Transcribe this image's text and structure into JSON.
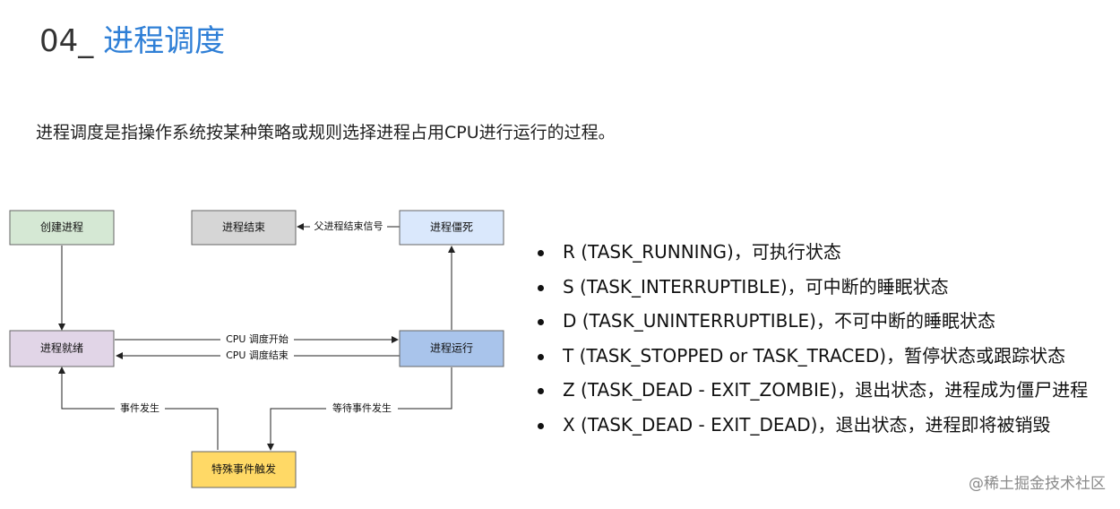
{
  "title": {
    "number": "04_",
    "text": "进程调度"
  },
  "description": "进程调度是指操作系统按某种策略或规则选择进程占用CPU进行运行的过程。",
  "diagram": {
    "nodes": {
      "create": {
        "label": "创建进程",
        "color": "#d5e8d4"
      },
      "end": {
        "label": "进程结束",
        "color": "#d6d6d6"
      },
      "zombie": {
        "label": "进程僵死",
        "color": "#dae8fc"
      },
      "ready": {
        "label": "进程就绪",
        "color": "#e1d5e7"
      },
      "running": {
        "label": "进程运行",
        "color": "#a9c4eb"
      },
      "event": {
        "label": "特殊事件触发",
        "color": "#ffd966"
      }
    },
    "edges": {
      "parent_signal": "父进程结束信号",
      "cpu_start": "CPU 调度开始",
      "cpu_end": "CPU 调度结束",
      "event_occur": "事件发生",
      "wait_event": "等待事件发生"
    }
  },
  "states": [
    "R (TASK_RUNNING)，可执行状态",
    "S (TASK_INTERRUPTIBLE)，可中断的睡眠状态",
    "D (TASK_UNINTERRUPTIBLE)，不可中断的睡眠状态",
    "T (TASK_STOPPED or TASK_TRACED)，暂停状态或跟踪状态",
    "Z (TASK_DEAD - EXIT_ZOMBIE)，退出状态，进程成为僵尸进程",
    "X (TASK_DEAD - EXIT_DEAD)，退出状态，进程即将被销毁"
  ],
  "watermark": "@稀土掘金技术社区"
}
